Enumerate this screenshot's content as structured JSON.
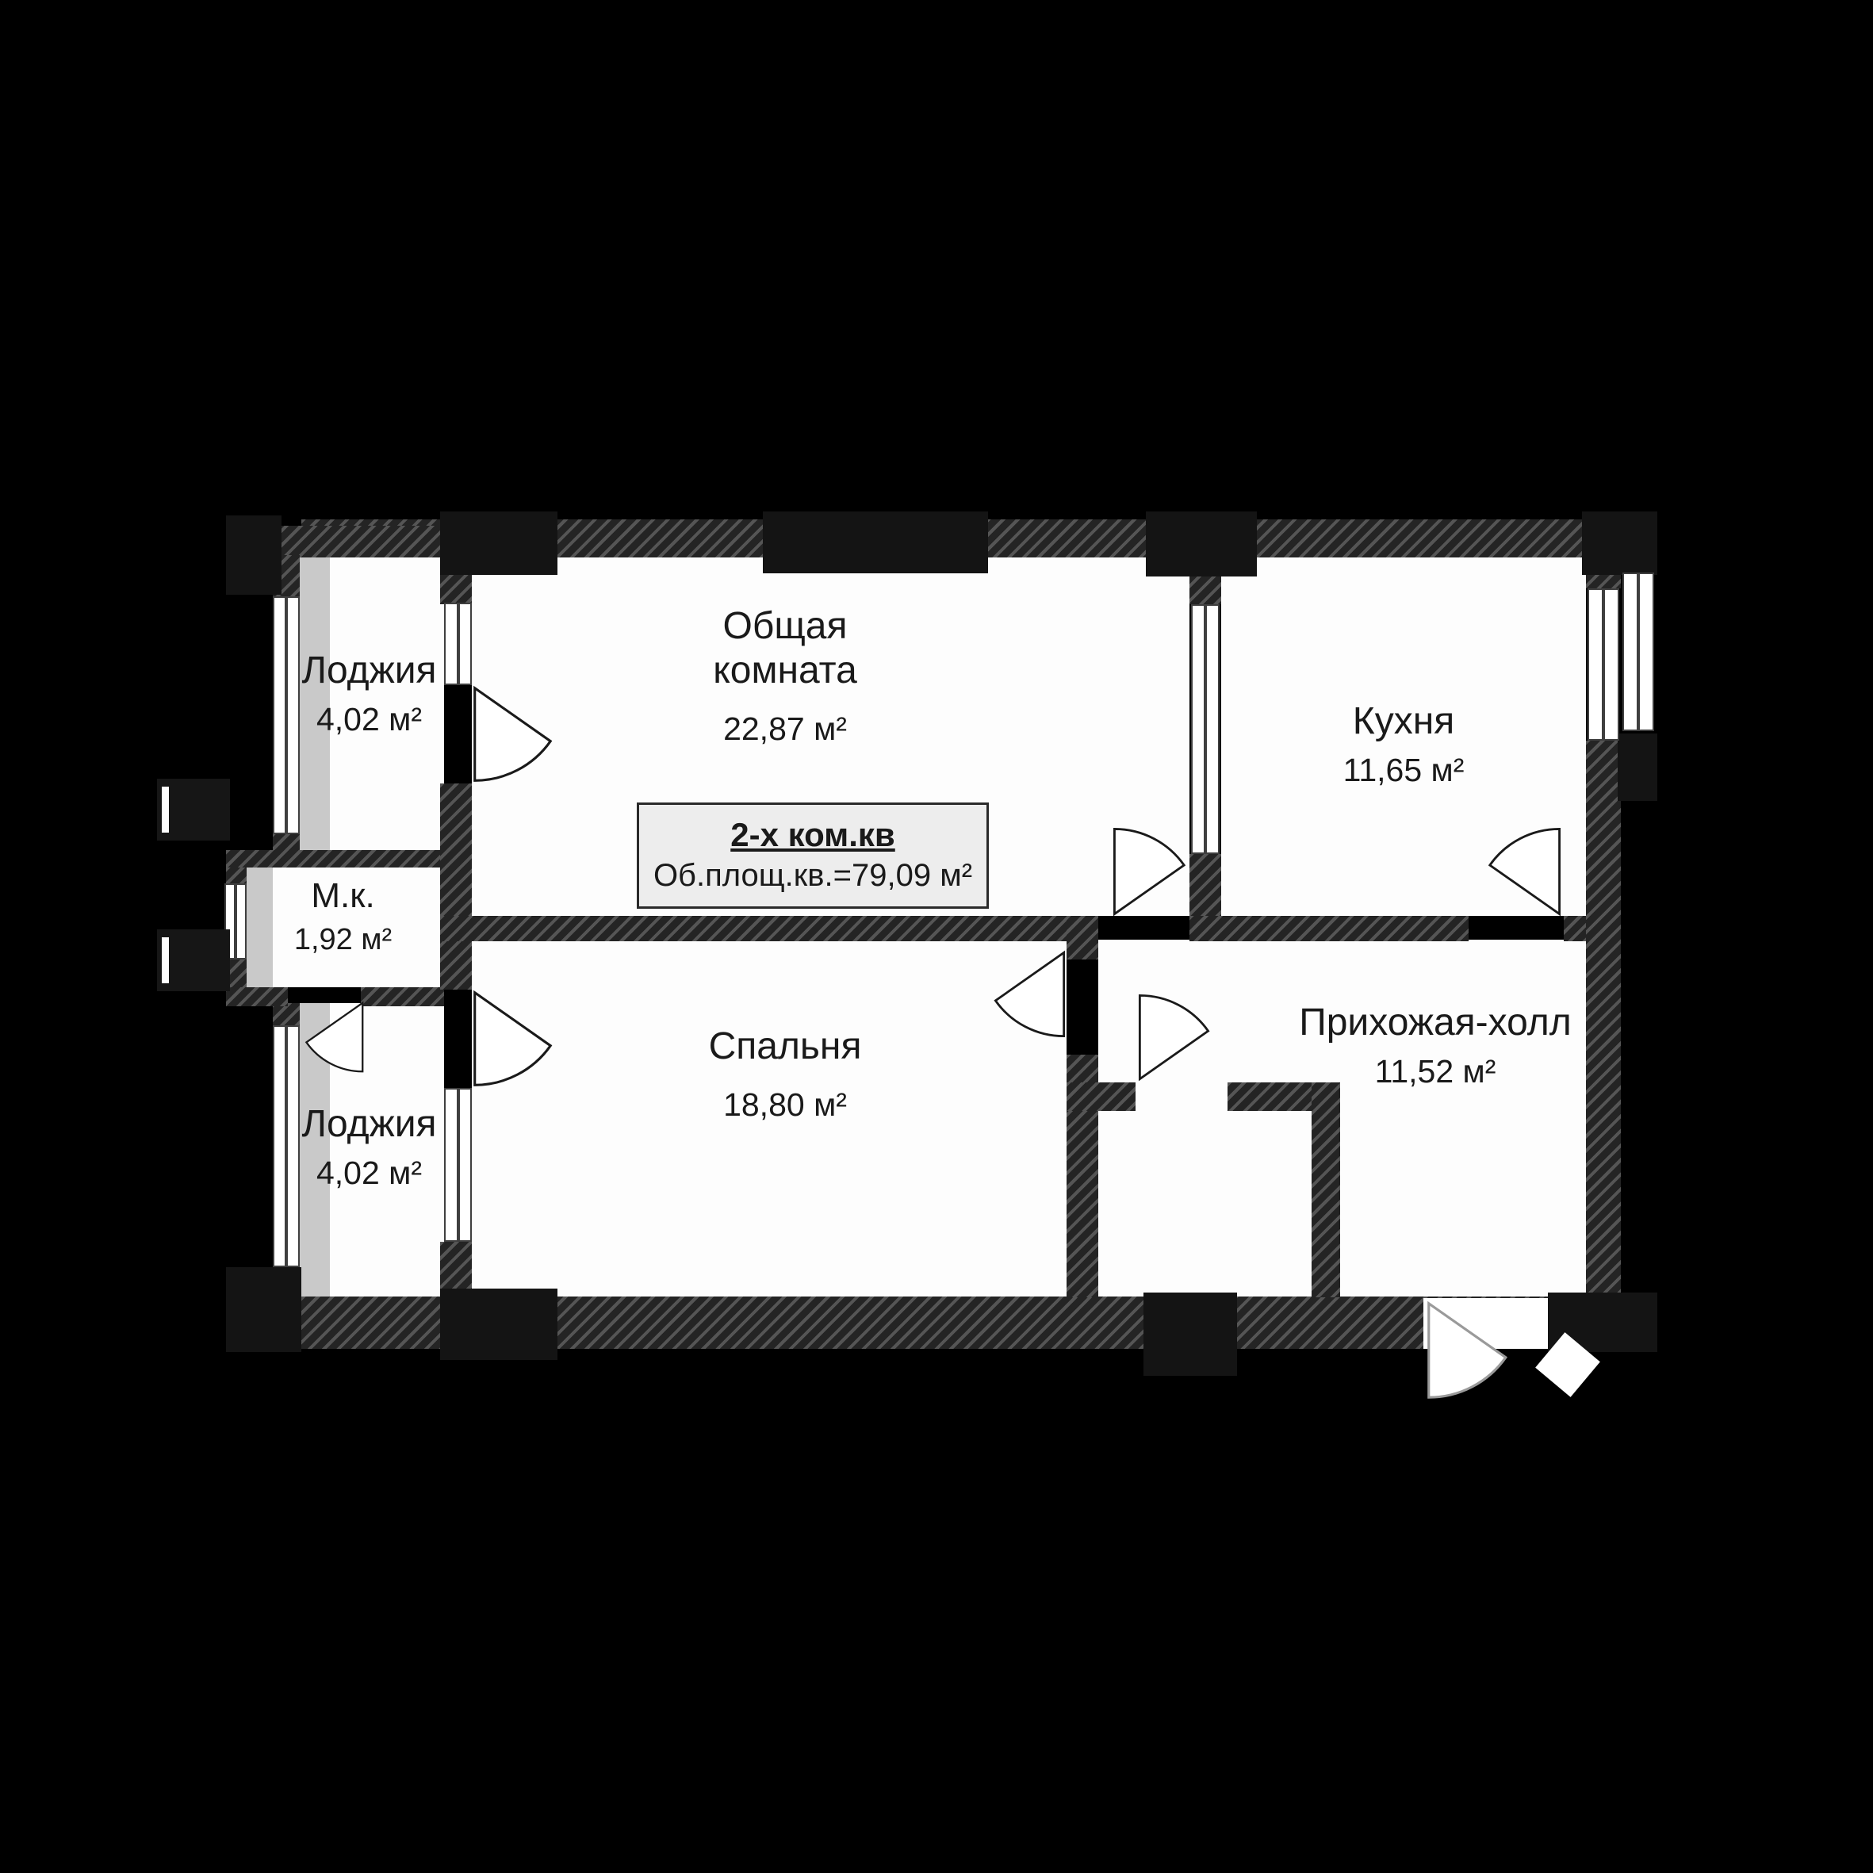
{
  "plan": {
    "info_box": {
      "title": "2-х ком.кв",
      "subtitle": "Об.площ.кв.=79,09 м²"
    },
    "rooms": {
      "loggia_top": {
        "name": "Лоджия",
        "area": "4,02 м²"
      },
      "common_room": {
        "name_line1": "Общая",
        "name_line2": "комната",
        "area": "22,87 м²"
      },
      "kitchen": {
        "name": "Кухня",
        "area": "11,65 м²"
      },
      "mk": {
        "name": "М.к.",
        "area": "1,92 м²"
      },
      "loggia_bottom": {
        "name": "Лоджия",
        "area": "4,02 м²"
      },
      "bedroom": {
        "name": "Спальня",
        "area": "18,80 м²"
      },
      "hallway": {
        "name": "Прихожая-холл",
        "area": "11,52 м²"
      }
    },
    "colors": {
      "background": "#000000",
      "floor": "#ffffff",
      "wall": "#242424",
      "text": "#1a1a1a"
    }
  }
}
